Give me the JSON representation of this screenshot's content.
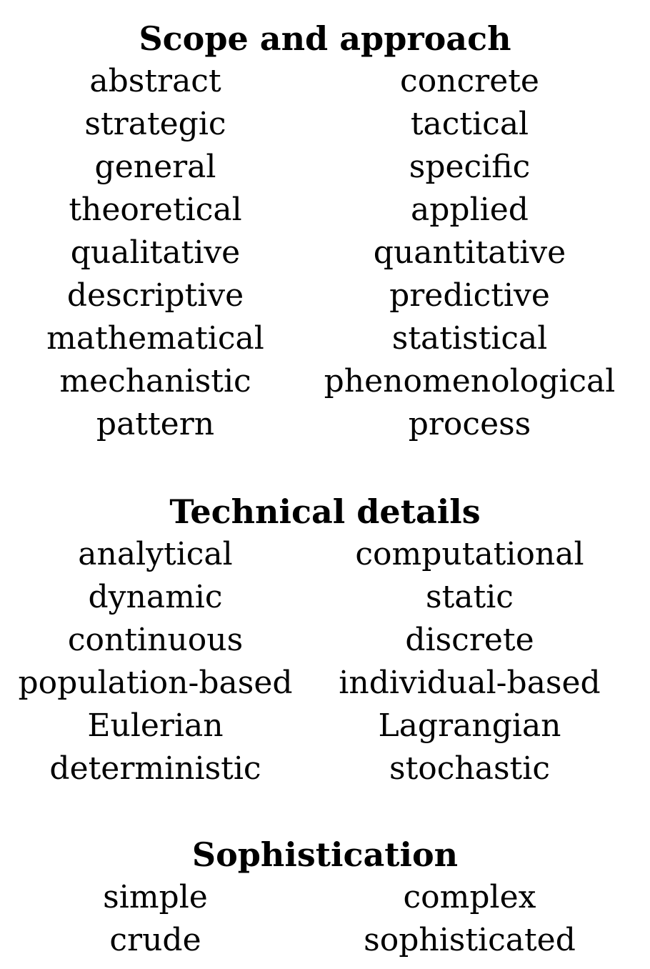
{
  "sections": [
    {
      "heading": "Scope and approach",
      "rows": [
        {
          "left": "abstract",
          "right": "concrete"
        },
        {
          "left": "strategic",
          "right": "tactical"
        },
        {
          "left": "general",
          "right": "specific"
        },
        {
          "left": "theoretical",
          "right": "applied"
        },
        {
          "left": "qualitative",
          "right": "quantitative"
        },
        {
          "left": "descriptive",
          "right": "predictive"
        },
        {
          "left": "mathematical",
          "right": "statistical"
        },
        {
          "left": "mechanistic",
          "right": "phenomenological"
        },
        {
          "left": "pattern",
          "right": "process"
        }
      ]
    },
    {
      "heading": "Technical details",
      "rows": [
        {
          "left": "analytical",
          "right": "computational"
        },
        {
          "left": "dynamic",
          "right": "static"
        },
        {
          "left": "continuous",
          "right": "discrete"
        },
        {
          "left": "population-based",
          "right": "individual-based"
        },
        {
          "left": "Eulerian",
          "right": "Lagrangian"
        },
        {
          "left": "deterministic",
          "right": "stochastic"
        }
      ]
    },
    {
      "heading": "Sophistication",
      "rows": [
        {
          "left": "simple",
          "right": "complex"
        },
        {
          "left": "crude",
          "right": "sophisticated"
        }
      ]
    }
  ]
}
